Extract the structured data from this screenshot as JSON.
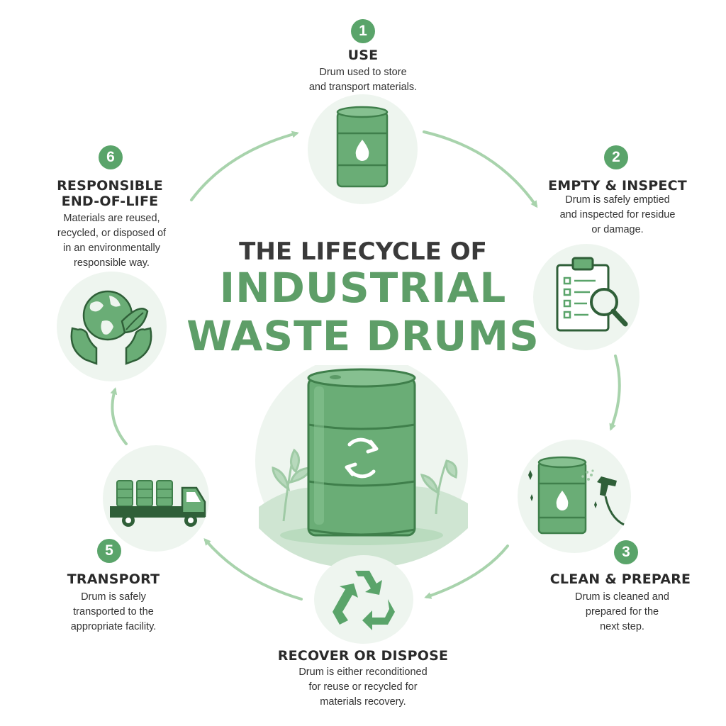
{
  "title": {
    "line1": "THE LIFECYCLE OF",
    "line2": "INDUSTRIAL",
    "line3": "WASTE DRUMS"
  },
  "steps": [
    {
      "number": "1",
      "title": "USE",
      "description": "Drum used to store\nand transport materials.",
      "icon": "oil-drum-icon"
    },
    {
      "number": "2",
      "title": "EMPTY & INSPECT",
      "description": "Drum is safely emptied\nand inspected for residue\nor damage.",
      "icon": "clipboard-magnifier-icon"
    },
    {
      "number": "3",
      "title": "CLEAN & PREPARE",
      "description": "Drum is cleaned and\nprepared for the\nnext step.",
      "icon": "drum-spray-nozzle-icon"
    },
    {
      "number": "",
      "title": "RECOVER OR DISPOSE",
      "description": "Drum is either reconditioned\nfor reuse or recycled for\nmaterials recovery.",
      "icon": "recycle-arrows-icon"
    },
    {
      "number": "5",
      "title": "TRANSPORT",
      "description": "Drum is safely\ntransported to the\nappropriate facility.",
      "icon": "flatbed-truck-icon"
    },
    {
      "number": "6",
      "title": "RESPONSIBLE\nEND-OF-LIFE",
      "description": "Materials are reused,\nrecycled, or disposed of\nin an environmentally\nresponsible way.",
      "icon": "globe-hands-leaf-icon"
    }
  ],
  "colors": {
    "accent": "#5aa46a",
    "title_green": "#5e9e68",
    "light_green": "#eef5ef",
    "arrow": "#a8d3ac",
    "text": "#2b2b2b"
  }
}
